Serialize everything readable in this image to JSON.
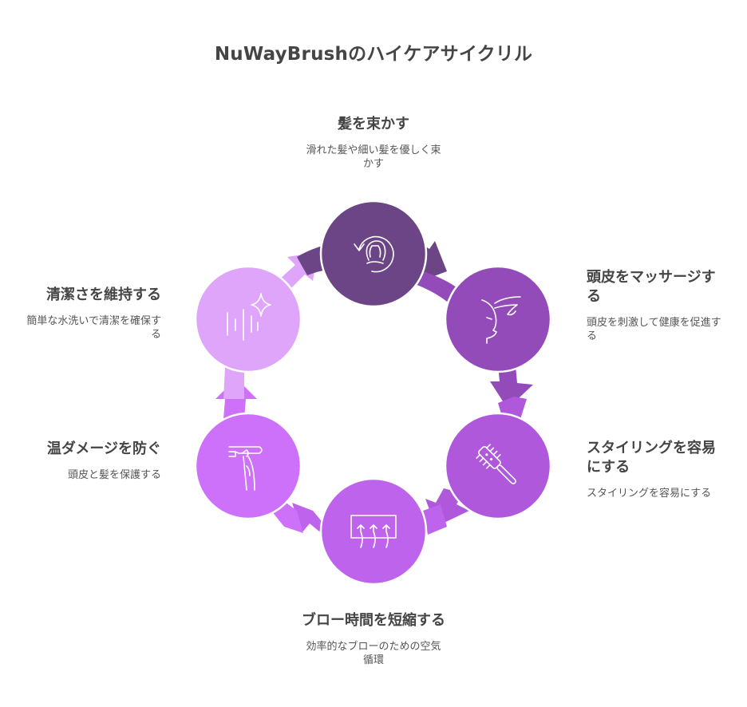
{
  "title": "NuWayBrushのハイケアサイクリル",
  "steps": [
    {
      "heading": "髪を束かす",
      "description": "滑れた髪や細い髪を優しく束かす",
      "icon": "hair-care-cycle-icon",
      "color": "#6B4585"
    },
    {
      "heading": "頭皮をマッサージする",
      "description": "頭皮を刺激して健康を促進する",
      "icon": "scalp-massage-icon",
      "color": "#944BBA"
    },
    {
      "heading": "スタイリングを容易にする",
      "description": "スタイリングを容易にする",
      "icon": "brush-icon",
      "color": "#AF58DB"
    },
    {
      "heading": "ブロー時間を短縮する",
      "description": "効率的なブローのための空気循環",
      "icon": "airflow-icon",
      "color": "#BE63EC"
    },
    {
      "heading": "温ダメージを防ぐ",
      "description": "頭皮と髪を保護する",
      "icon": "hair-dryer-icon",
      "color": "#CD70FA"
    },
    {
      "heading": "清潔さを維持する",
      "description": "簡単な水洗いで清潔を確保する",
      "icon": "clean-sparkle-icon",
      "color": "#DEA5FB"
    }
  ]
}
